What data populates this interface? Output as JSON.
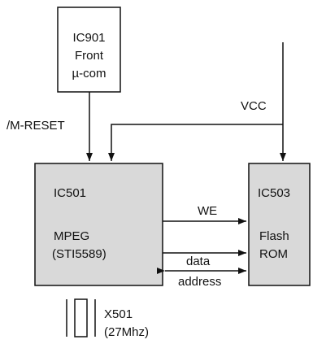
{
  "diagram": {
    "colors": {
      "stroke": "#111111",
      "block_fill": "#d9d9d9",
      "plain_fill": "#ffffff",
      "background": "#ffffff"
    },
    "blocks": {
      "front_mcu": {
        "line1": "IC901",
        "line2": "Front",
        "line3": "µ-com"
      },
      "mpeg": {
        "line1": "IC501",
        "line2": "MPEG",
        "line3": "(STI5589)"
      },
      "flash": {
        "line1": "IC503",
        "line2": "Flash",
        "line3": "ROM"
      },
      "crystal": {
        "line1": "X501",
        "line2": "(27Mhz)"
      }
    },
    "signals": {
      "reset": "/M-RESET",
      "vcc": "VCC",
      "we": "WE",
      "data": "data",
      "address": "address"
    }
  }
}
